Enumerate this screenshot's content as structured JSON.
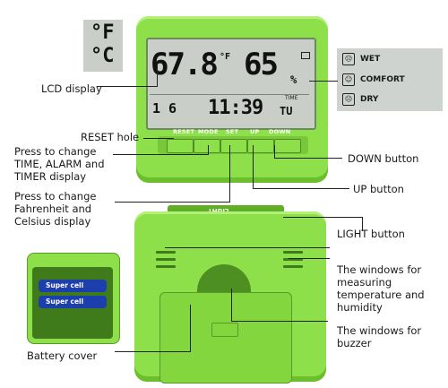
{
  "unit_icon": {
    "top": "°F",
    "bottom": "°C"
  },
  "lcd": {
    "temp": "67.8",
    "temp_unit": "°F",
    "humidity": "65",
    "humidity_unit": "%",
    "time_small": "1  6",
    "time": "11:39",
    "day": "TU",
    "time_label": "TIME"
  },
  "buttons": [
    {
      "label": "RESET"
    },
    {
      "label": "MODE"
    },
    {
      "label": "SET"
    },
    {
      "label": "UP"
    },
    {
      "label": "DOWN"
    }
  ],
  "legend": [
    {
      "icon": "wet-face-icon",
      "label": "WET"
    },
    {
      "icon": "comfort-face-icon",
      "label": "COMFORT"
    },
    {
      "icon": "dry-face-icon",
      "label": "DRY"
    }
  ],
  "back": {
    "light_label": "LIGHT",
    "battery_text": "Super cell"
  },
  "annotations": {
    "lcd_display": "LCD display",
    "reset_hole": "RESET hole",
    "mode": "Press to change TIME, ALARM and TIMER display",
    "set": "Press to change Fahrenheit and Celsius display",
    "down": "DOWN button",
    "up": "UP button",
    "light": "LIGHT button",
    "windows_measure": "The windows for measuring temperature and humidity",
    "windows_buzzer": "The windows for buzzer",
    "battery_cover": "Battery cover"
  },
  "colors": {
    "body": "#8ee04a",
    "lcd": "#c9cfc8",
    "battery": "#1d3fae"
  }
}
